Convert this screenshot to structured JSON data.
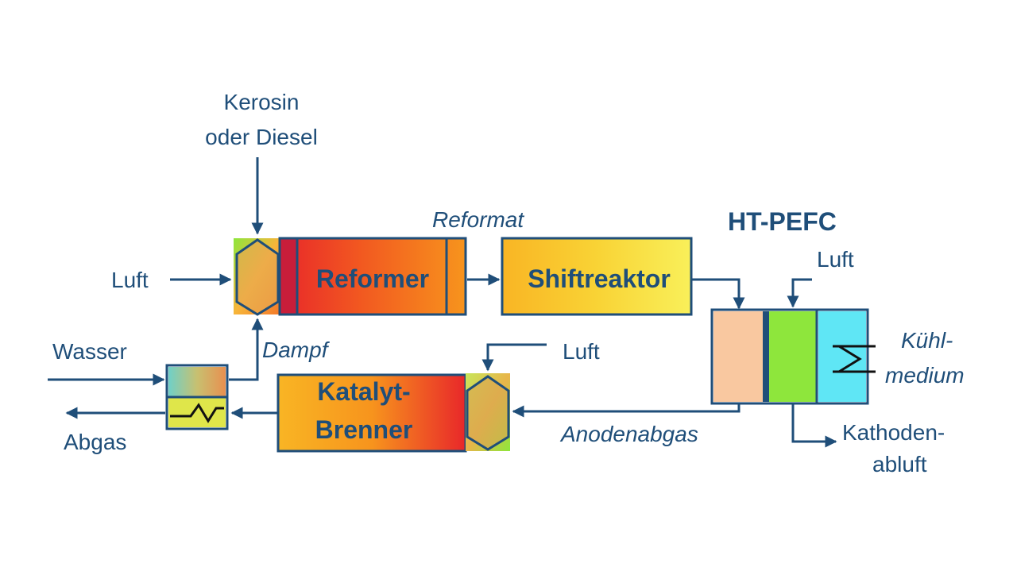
{
  "labels": {
    "fuel_line1": "Kerosin",
    "fuel_line2": "oder Diesel",
    "air_reformer": "Luft",
    "reformat": "Reformat",
    "water": "Wasser",
    "steam": "Dampf",
    "exhaust": "Abgas",
    "air_burner": "Luft",
    "anode_exhaust": "Anodenabgas",
    "fuelcell_title": "HT-PEFC",
    "air_fuelcell": "Luft",
    "coolant_line1": "Kühl-",
    "coolant_line2": "medium",
    "cathode_line1": "Kathoden-",
    "cathode_line2": "abluft"
  },
  "boxes": {
    "reformer": "Reformer",
    "shift": "Shiftreaktor",
    "burner_line1": "Katalyt-",
    "burner_line2": "Brenner"
  },
  "colors": {
    "line": "#1f4e79",
    "hot_red": "#e8272a",
    "orange": "#f7941d",
    "yellow": "#f9e84a",
    "anode": "#f9c8a0",
    "membrane": "#8ee63c",
    "cathode": "#5fe6f5"
  }
}
